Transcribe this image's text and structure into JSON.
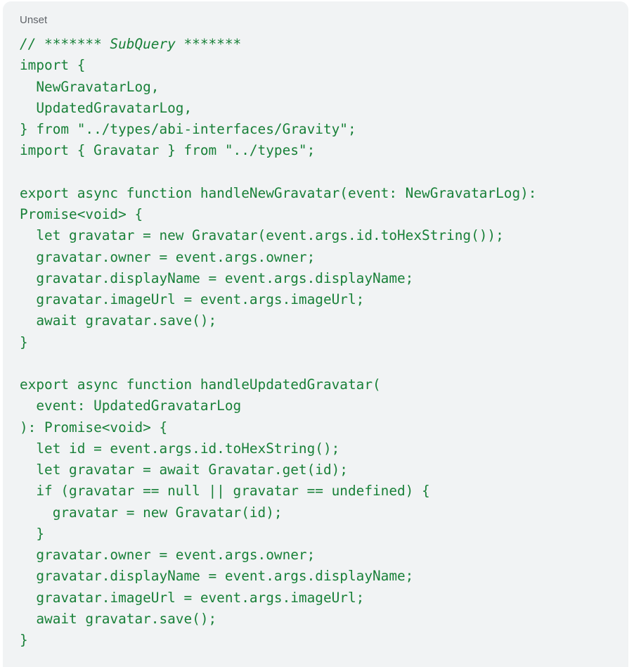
{
  "code_block": {
    "language_label": "Unset",
    "lines": [
      "// ******* SubQuery *******",
      "import {",
      "  NewGravatarLog,",
      "  UpdatedGravatarLog,",
      "} from \"../types/abi-interfaces/Gravity\";",
      "import { Gravatar } from \"../types\";",
      "",
      "export async function handleNewGravatar(event: NewGravatarLog):",
      "Promise<void> {",
      "  let gravatar = new Gravatar(event.args.id.toHexString());",
      "  gravatar.owner = event.args.owner;",
      "  gravatar.displayName = event.args.displayName;",
      "  gravatar.imageUrl = event.args.imageUrl;",
      "  await gravatar.save();",
      "}",
      "",
      "export async function handleUpdatedGravatar(",
      "  event: UpdatedGravatarLog",
      "): Promise<void> {",
      "  let id = event.args.id.toHexString();",
      "  let gravatar = await Gravatar.get(id);",
      "  if (gravatar == null || gravatar == undefined) {",
      "    gravatar = new Gravatar(id);",
      "  }",
      "  gravatar.owner = event.args.owner;",
      "  gravatar.displayName = event.args.displayName;",
      "  gravatar.imageUrl = event.args.imageUrl;",
      "  await gravatar.save();",
      "}"
    ]
  },
  "colors": {
    "code_text": "#188038",
    "label_text": "#5f6368",
    "block_background": "#f1f3f4"
  }
}
